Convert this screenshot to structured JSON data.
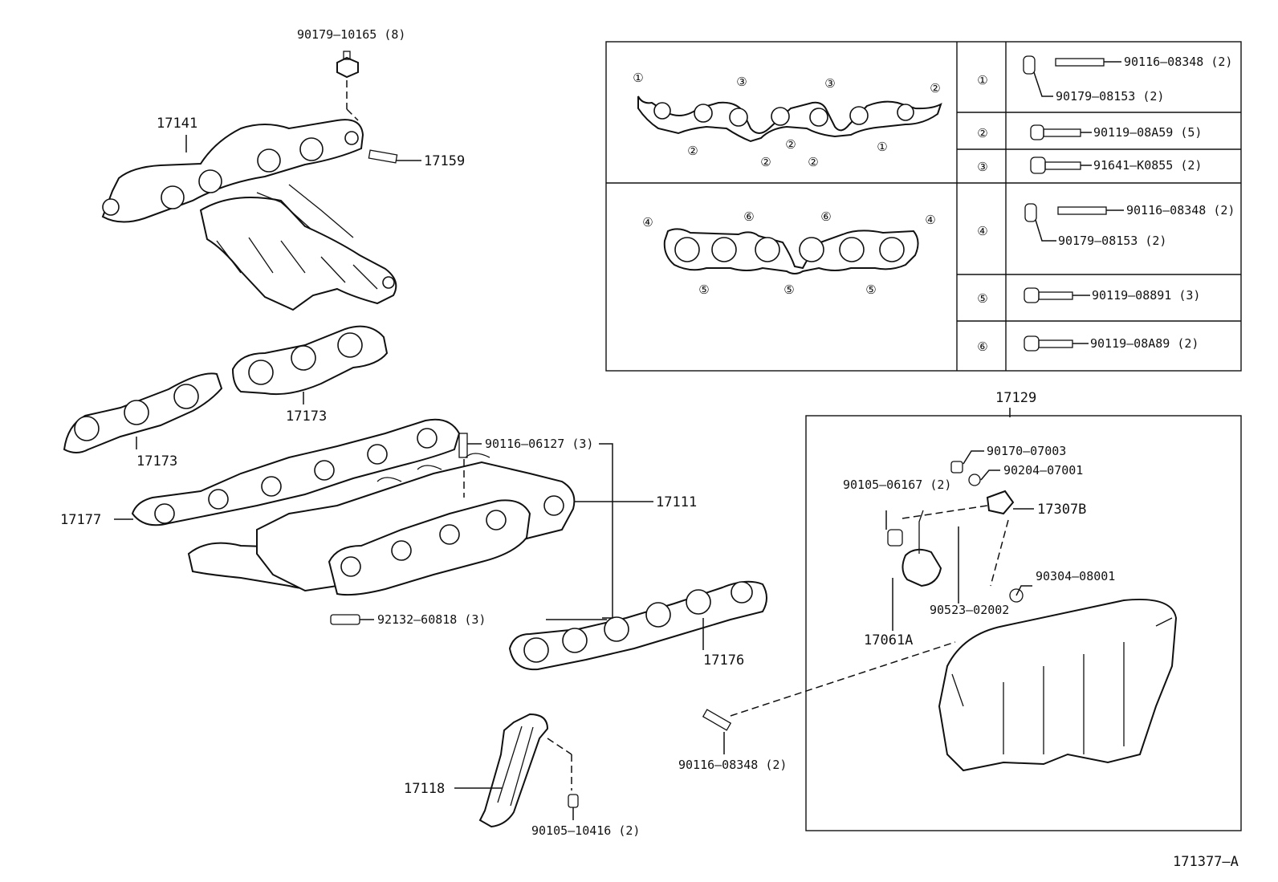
{
  "diagram": {
    "ref_code": "171377–A",
    "parts": {
      "p17141": "17141",
      "p17159": "17159",
      "p90179_10165": "90179–10165 (8)",
      "p17173_a": "17173",
      "p17173_b": "17173",
      "p17177": "17177",
      "p17111": "17111",
      "p90116_06127": "90116–06127 (3)",
      "p92132_60818": "92132–60818 (3)",
      "p17176": "17176",
      "p17118": "17118",
      "p90105_10416": "90105–10416 (2)",
      "p90116_08348_2": "90116–08348 (2)",
      "p17129": "17129",
      "p90170_07003": "90170–07003",
      "p90204_07001": "90204–07001",
      "p90105_06167": "90105–06167 (2)",
      "p17307B": "17307B",
      "p90304_08001": "90304–08001",
      "p90523_02002": "90523–02002",
      "p17061A": "17061A"
    },
    "legend": {
      "r1_num": "①",
      "r1_a": "90116–08348 (2)",
      "r1_b": "90179–08153 (2)",
      "r2_num": "②",
      "r2_a": "90119–08A59 (5)",
      "r3_num": "③",
      "r3_a": "91641–K0855 (2)",
      "r4_num": "④",
      "r4_a": "90116–08348 (2)",
      "r4_b": "90179–08153 (2)",
      "r5_num": "⑤",
      "r5_a": "90119–08891 (3)",
      "r6_num": "⑥",
      "r6_a": "90119–08A89 (2)"
    },
    "gasket_marks": {
      "top": [
        "①",
        "③",
        "③",
        "②",
        "②",
        "②",
        "②",
        "②",
        "①"
      ],
      "bottom": [
        "④",
        "⑥",
        "⑥",
        "④",
        "⑤",
        "⑤",
        "⑤"
      ]
    }
  }
}
